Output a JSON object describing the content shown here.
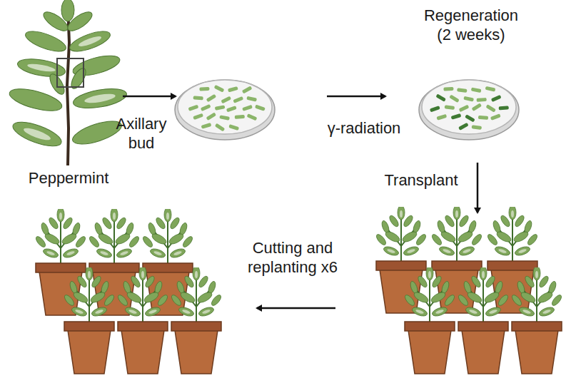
{
  "diagram": {
    "labels": [
      "Peppermint",
      "Axillary bud",
      "γ-radiation",
      "Regeneration (2 weeks)",
      "Transplant",
      "Cutting and replanting x6"
    ]
  }
}
